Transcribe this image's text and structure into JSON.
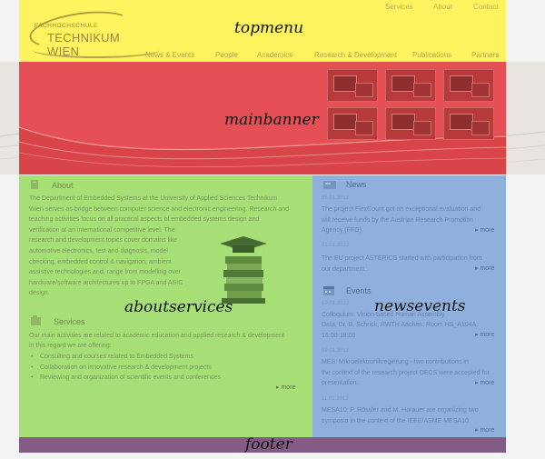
{
  "header": {
    "logo_line1": "FACHHOCHSCHULE",
    "logo_line2": "TECHNIKUM WIEN",
    "top_links": [
      "Services",
      "About",
      "Contact"
    ],
    "nav": [
      "News & Events",
      "People",
      "Academics",
      "Research & Development",
      "Publications",
      "Partners"
    ]
  },
  "labels": {
    "topmenu": "topmenu",
    "mainbanner": "mainbanner",
    "aboutservices": "aboutservices",
    "newsevents": "newsevents",
    "footer": "footer"
  },
  "about": {
    "title": "About",
    "lines": [
      "The Department of Embedded Systems at the University of Applied Sciences Technikum",
      "Wien serves as bridge between computer science and electronic engineering. Research and",
      "teaching activities focus on all practical aspects of embedded systems design and",
      "verification at an international competitive level. The",
      "research and development topics cover domains like",
      "automotive electronics, test and diagnosis, model",
      "checking, embedded control & navigation, ambient",
      "assistive technologies and, range from modelling over",
      "hardware/software architectures up to FPGA and ASIC",
      "design."
    ]
  },
  "services": {
    "title": "Services",
    "intro_lines": [
      "Our main activities are related to academic education and applied research & development",
      "in this regard we are offering:"
    ],
    "items": [
      "Consulting and courses related to Embedded Systems",
      "Collaboration on innovative research & development projects",
      "Reviewing and organization of scientific events and conferences"
    ],
    "more": "more"
  },
  "news": {
    "title": "News",
    "items": [
      {
        "date": "05.01.2012",
        "lines": [
          "The project FlexCount got an exceptional evaluation and",
          "will receive funds by the Austrian Research Promotion",
          "Agency (FFG)."
        ],
        "more": "more"
      },
      {
        "date": "01.01.2012",
        "lines": [
          "The EU project ASTERICS started with participation from",
          "our department."
        ],
        "more": "more"
      }
    ]
  },
  "events": {
    "title": "Events",
    "items": [
      {
        "date": "19.01.2012",
        "lines": [
          "Colloquium: Vision-based Human Assembly",
          "Data, Dr. B. Schrick, RWTH Aachen, Room HS_A104A,",
          "16:00-18:00"
        ],
        "more": "more"
      },
      {
        "date": "09.01.2012",
        "lines": [
          "MES: Mikroelektronikregierung - two contributions in",
          "the context of the research project DECS were accepted for",
          "presentation."
        ],
        "more": "more"
      },
      {
        "date": "11.01.2012",
        "lines": [
          "MESA10: P. Rössler and M. Horauer are organizing two",
          "symposia in the context of the IEEE/ASME MESA10."
        ],
        "more": "more"
      }
    ]
  },
  "colors": {
    "topmenu": "#fff35f",
    "mainbanner": "#e54f55",
    "aboutservices": "#a7df77",
    "newsevents": "#8fb0dc",
    "footer": "#835c86"
  }
}
